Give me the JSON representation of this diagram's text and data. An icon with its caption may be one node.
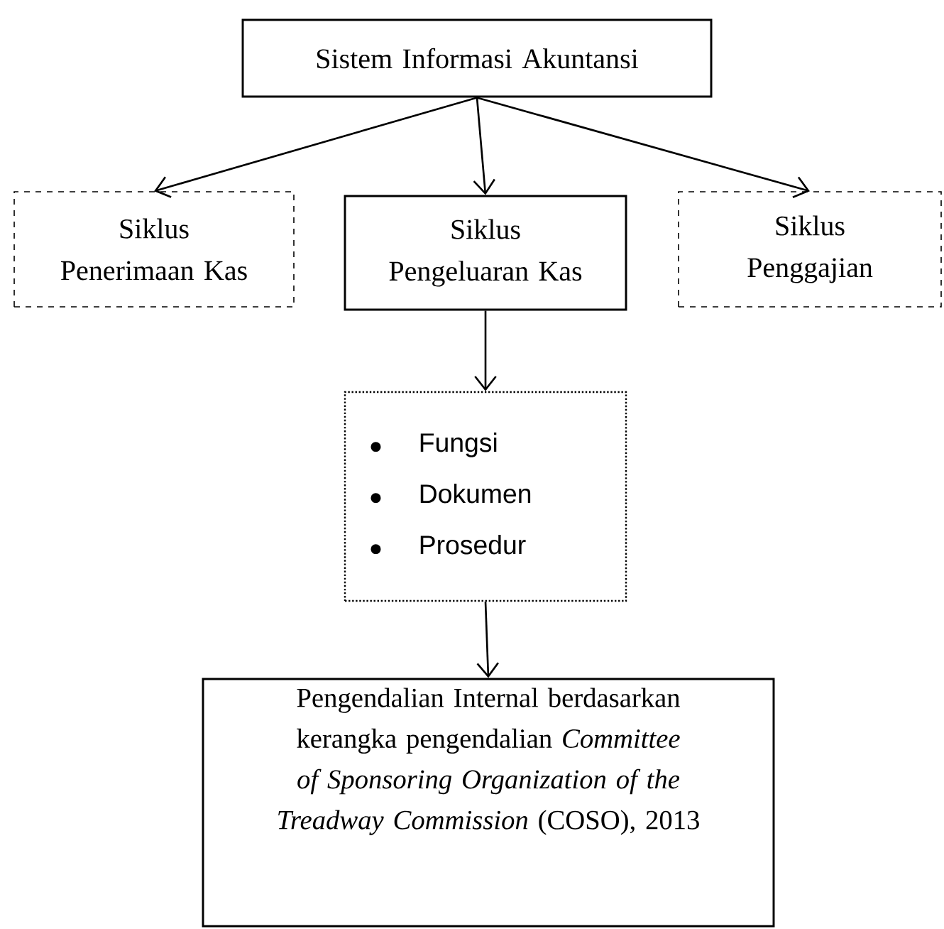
{
  "diagram": {
    "nodes": [
      {
        "text": [
          "Sistem Informasi Akuntansi"
        ]
      },
      {
        "text": [
          "Siklus Penerimaan Kas"
        ]
      },
      {
        "text": [
          "Siklus Pengeluaran Kas"
        ]
      },
      {
        "text": [
          "Siklus Penggajian"
        ]
      },
      {
        "text": [
          "Fungsi",
          "Dokumen",
          "Prosedur"
        ]
      },
      {
        "text": [
          "Pengendalian Internal berdasarkan kerangka pengendalian *Committee of Sponsoring Organization of the Treadway Commission* (COSO), 2013"
        ]
      }
    ],
    "edges": [
      {
        "from": 0,
        "to": 1,
        "arrow": "to"
      },
      {
        "from": 0,
        "to": 2,
        "arrow": "to"
      },
      {
        "from": 0,
        "to": 3,
        "arrow": "to"
      },
      {
        "from": 2,
        "to": 4,
        "arrow": "to"
      },
      {
        "from": 4,
        "to": 5,
        "arrow": "to"
      }
    ]
  }
}
